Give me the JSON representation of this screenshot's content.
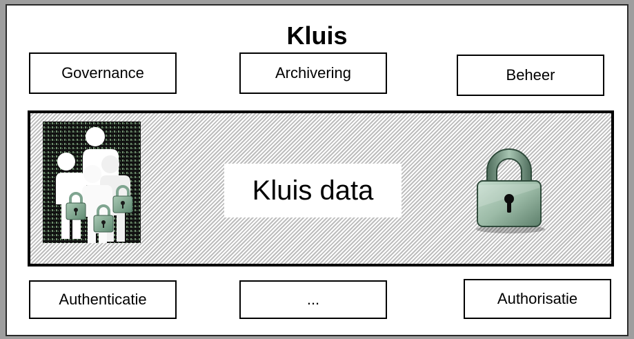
{
  "title": "Kluis",
  "top_boxes": [
    {
      "label": "Governance"
    },
    {
      "label": "Archivering"
    },
    {
      "label": "Beheer"
    }
  ],
  "vault": {
    "label": "Kluis data"
  },
  "bottom_boxes": [
    {
      "label": "Authenticatie"
    },
    {
      "label": "..."
    },
    {
      "label": "Authorisatie"
    }
  ],
  "icons": {
    "left_image": "people-with-padlocks-icon",
    "right_image": "padlock-icon"
  }
}
